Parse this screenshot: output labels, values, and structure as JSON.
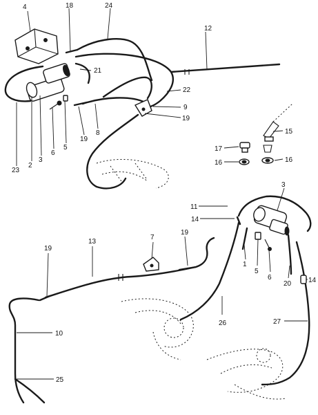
{
  "diagram": {
    "callouts": {
      "c4": "4",
      "c18": "18",
      "c24": "24",
      "c12": "12",
      "c21": "21",
      "c22": "22",
      "c9": "9",
      "c19_top": "19",
      "c8": "8",
      "c19_mid": "19",
      "c5_top": "5",
      "c6_top": "6",
      "c3_top": "3",
      "c2": "2",
      "c23": "23",
      "c15": "15",
      "c17": "17",
      "c16_left": "16",
      "c16_right": "16",
      "c3_bottom": "3",
      "c11": "11",
      "c14_left": "14",
      "c19_low_mid": "19",
      "c7": "7",
      "c13": "13",
      "c19_low_left": "19",
      "c1": "1",
      "c5_bottom": "5",
      "c6_bottom": "6",
      "c20": "20",
      "c14_right": "14",
      "c10": "10",
      "c26": "26",
      "c27": "27",
      "c25": "25"
    }
  }
}
